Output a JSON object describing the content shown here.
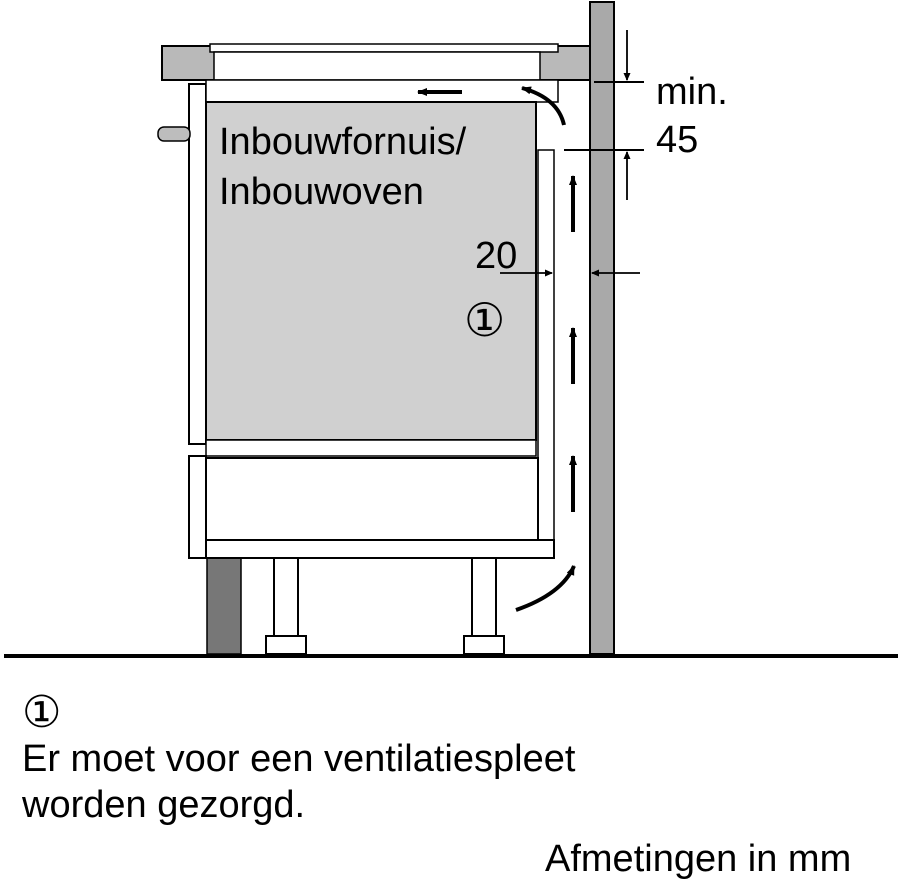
{
  "diagram": {
    "oven_label_line1": "Inbouwfornuis/",
    "oven_label_line2": "Inbouwoven",
    "gap_min_label": "min.",
    "gap_min_value": "45",
    "side_gap_value": "20",
    "callout_marker": "①"
  },
  "caption": {
    "marker": "①",
    "line1": "Er moet voor een ventilatiespleet",
    "line2": "worden gezorgd."
  },
  "footer": {
    "units_note": "Afmetingen in mm"
  },
  "colors": {
    "oven_fill": "#d0d0d0",
    "wall_fill": "#a9a9a9",
    "dark_panel": "#777777",
    "stroke": "#000000"
  }
}
